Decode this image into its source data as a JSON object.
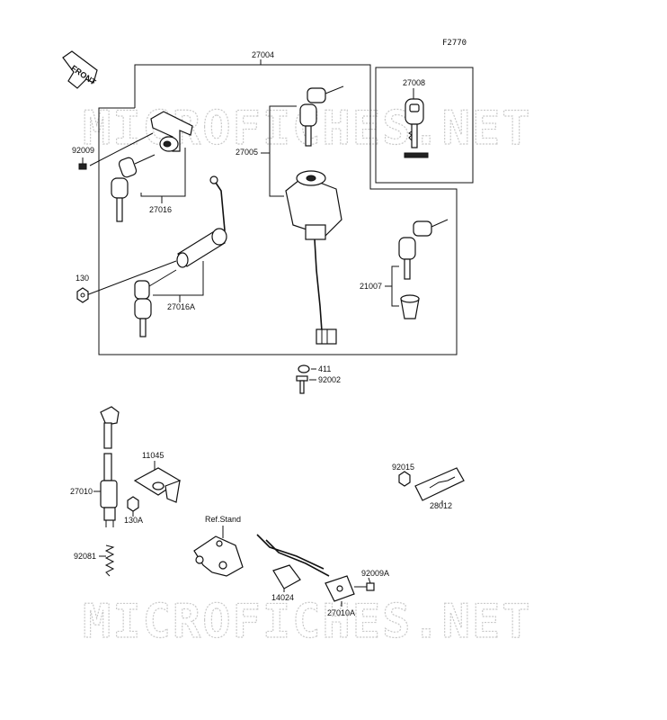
{
  "diagram": {
    "figure_code": "F2770",
    "front_label": "FRONT",
    "watermark": "MICROFICHES.NET",
    "parts": {
      "p27004": "27004",
      "p27008": "27008",
      "p92009": "92009",
      "p27016": "27016",
      "p27005": "27005",
      "p130": "130",
      "p27016A": "27016A",
      "p21007": "21007",
      "p411": "411",
      "p92002": "92002",
      "p11045": "11045",
      "p27010": "27010",
      "p130A": "130A",
      "p92015": "92015",
      "p28012": "28012",
      "ref_stand": "Ref.Stand",
      "p92081": "92081",
      "p92009A": "92009A",
      "p14024": "14024",
      "p27010A": "27010A"
    }
  }
}
